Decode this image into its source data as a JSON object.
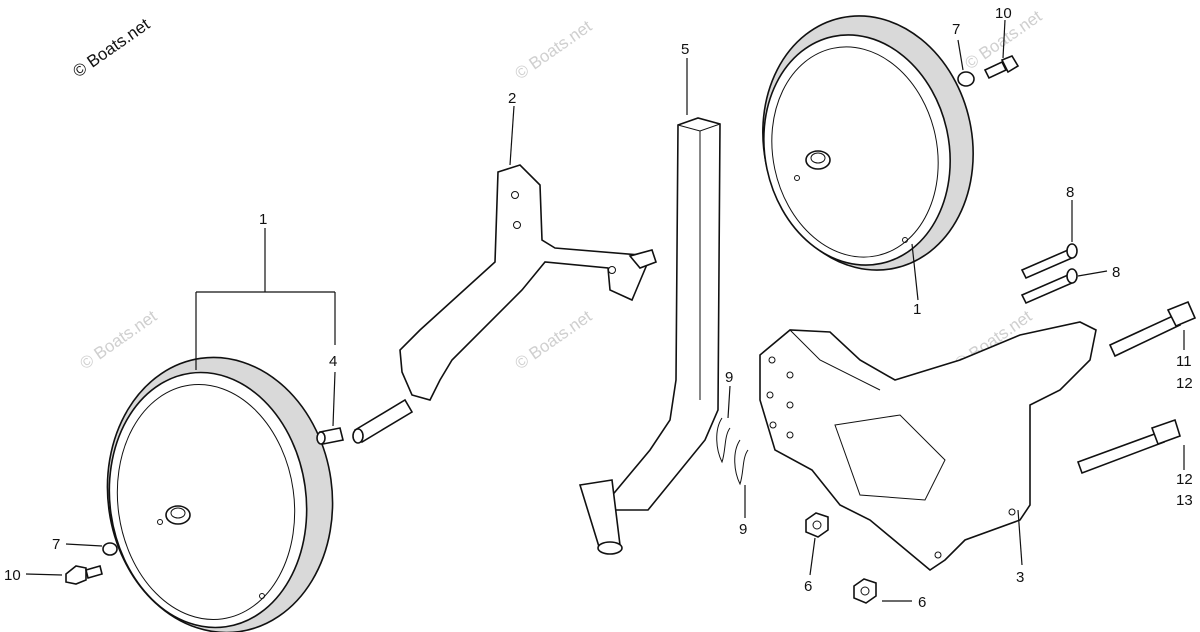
{
  "watermark": {
    "main": "© Boats.net",
    "faint": [
      "© Boats.net",
      "© Boats.net",
      "© Boats.net",
      "© Boats.net",
      "© Boats.net"
    ]
  },
  "callouts": {
    "c1_left": "1",
    "c1_right": "1",
    "c2": "2",
    "c3": "3",
    "c4": "4",
    "c5": "5",
    "c6_a": "6",
    "c6_b": "6",
    "c7_left": "7",
    "c7_right": "7",
    "c8_a": "8",
    "c8_b": "8",
    "c9_a": "9",
    "c9_b": "9",
    "c10_left": "10",
    "c10_right": "10",
    "c11": "11",
    "c12_a": "12",
    "c12_b": "12",
    "c13": "13"
  }
}
